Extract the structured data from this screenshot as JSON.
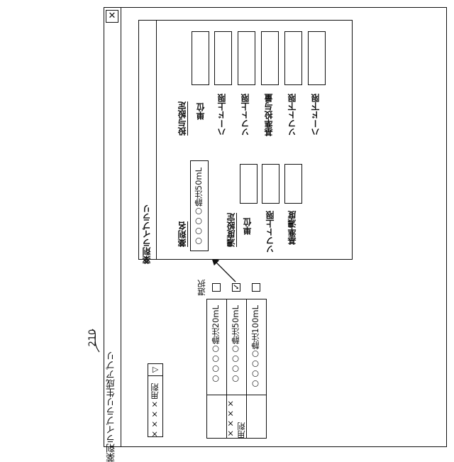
{
  "ref_number": "210",
  "window": {
    "title": "薬剤ライブラリ生成アプリ"
  },
  "close_glyph": "✕",
  "dropdown": {
    "value": "××××用剤",
    "arrow": "▽"
  },
  "table": {
    "group_label": "××××\n用剤",
    "rows": [
      "○○○○静注20mL",
      "○○○○静注50mL",
      "○○○○静注100mL"
    ]
  },
  "select_header": "選択",
  "select_states": [
    false,
    true,
    false
  ],
  "check_glyph": "✓",
  "panel": {
    "title": "薬剤ライブラリ",
    "drug_name_label": "薬剤名",
    "drug_name_value": "○○○○静注50mL",
    "concentration": {
      "heading": "濃度設定",
      "labels": [
        "単位",
        "ソフト上限",
        "基準濃度"
      ]
    },
    "dose": {
      "heading": "投与設定",
      "labels": [
        "単位",
        "ハード上限",
        "ソフト上限",
        "基準投与量",
        "ソフト下限",
        "ハード下限"
      ]
    }
  }
}
